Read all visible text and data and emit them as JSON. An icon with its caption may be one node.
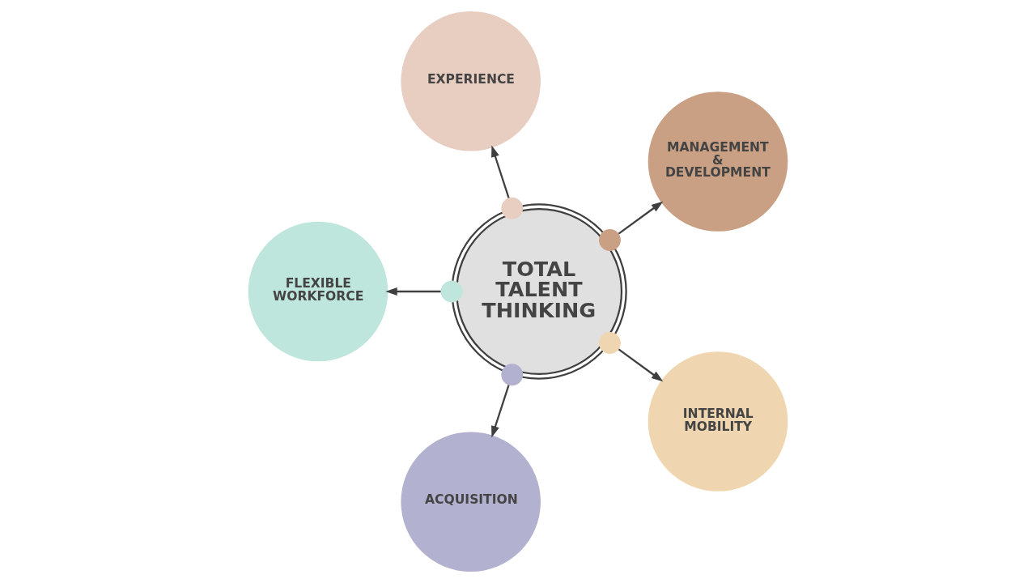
{
  "diagram": {
    "nodes": [
      {
        "text": [
          "EXPERIENCE"
        ]
      },
      {
        "text": [
          "MANAGEMENT & DEVELOPMENT"
        ]
      },
      {
        "text": [],
        "shape": "circle"
      },
      {
        "text": [],
        "shape": "circle"
      },
      {
        "text": [
          "TOTAL TALENT THINKING"
        ]
      },
      {
        "text": [
          "FLEXIBLE WORKFORCE"
        ]
      },
      {
        "text": [],
        "shape": "circle"
      },
      {
        "text": [],
        "shape": "circle"
      },
      {
        "text": [
          "INTERNAL MOBILITY"
        ]
      },
      {
        "text": [],
        "shape": "circle"
      },
      {
        "text": [
          "ACQUISITION"
        ]
      }
    ],
    "edges": [
      {
        "from": 2,
        "to": 0,
        "arrow": "to"
      },
      {
        "from": 3,
        "to": 1,
        "arrow": "to"
      },
      {
        "from": 6,
        "to": 5,
        "arrow": "to"
      },
      {
        "from": 7,
        "to": 8,
        "arrow": "to"
      },
      {
        "from": 9,
        "to": 10,
        "arrow": "to"
      }
    ]
  }
}
